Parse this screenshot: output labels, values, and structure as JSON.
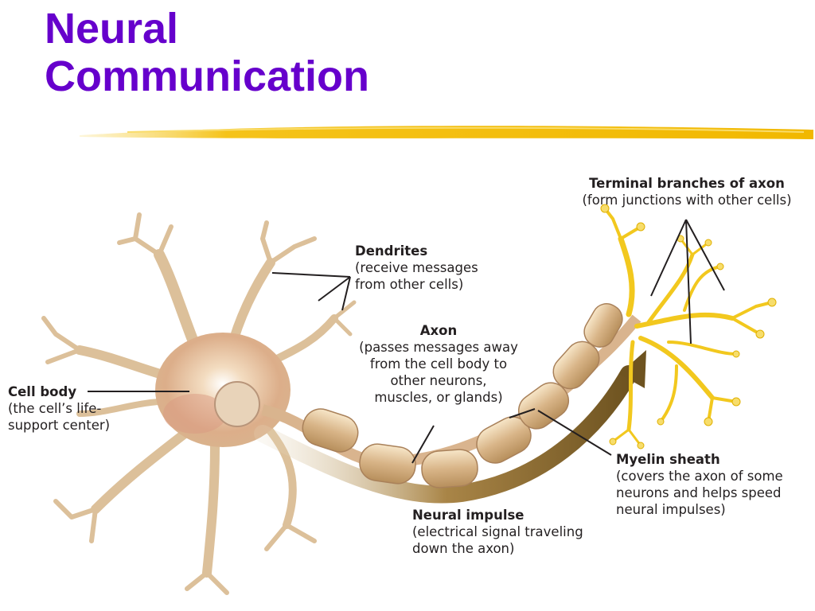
{
  "slide": {
    "title_line1": "Neural",
    "title_line2": "Communication"
  },
  "colors": {
    "title": "#6600cc",
    "underline": "#f5c31a",
    "neuron_body": "#e6c9a0",
    "terminal": "#f2c81e",
    "myelin": "#e8c79a",
    "impulse_arrow": "#8a6a2c",
    "label_text": "#231f20"
  },
  "labels": {
    "terminal": {
      "heading": "Terminal branches of axon",
      "description": "(form junctions with other cells)"
    },
    "dendrites": {
      "heading": "Dendrites",
      "description_line1": "(receive messages",
      "description_line2": "from other cells)"
    },
    "axon": {
      "heading": "Axon",
      "description_line1": "(passes messages away",
      "description_line2": "from the cell body to",
      "description_line3": "other neurons,",
      "description_line4": "muscles, or glands)"
    },
    "cell_body": {
      "heading": "Cell body",
      "description_line1": "(the cell’s life-",
      "description_line2": "support center)"
    },
    "myelin": {
      "heading": "Myelin sheath",
      "description_line1": "(covers the axon of some",
      "description_line2": "neurons and helps speed",
      "description_line3": "neural impulses)"
    },
    "impulse": {
      "heading": "Neural impulse",
      "description_line1": "(electrical signal traveling",
      "description_line2": "down the axon)"
    }
  }
}
